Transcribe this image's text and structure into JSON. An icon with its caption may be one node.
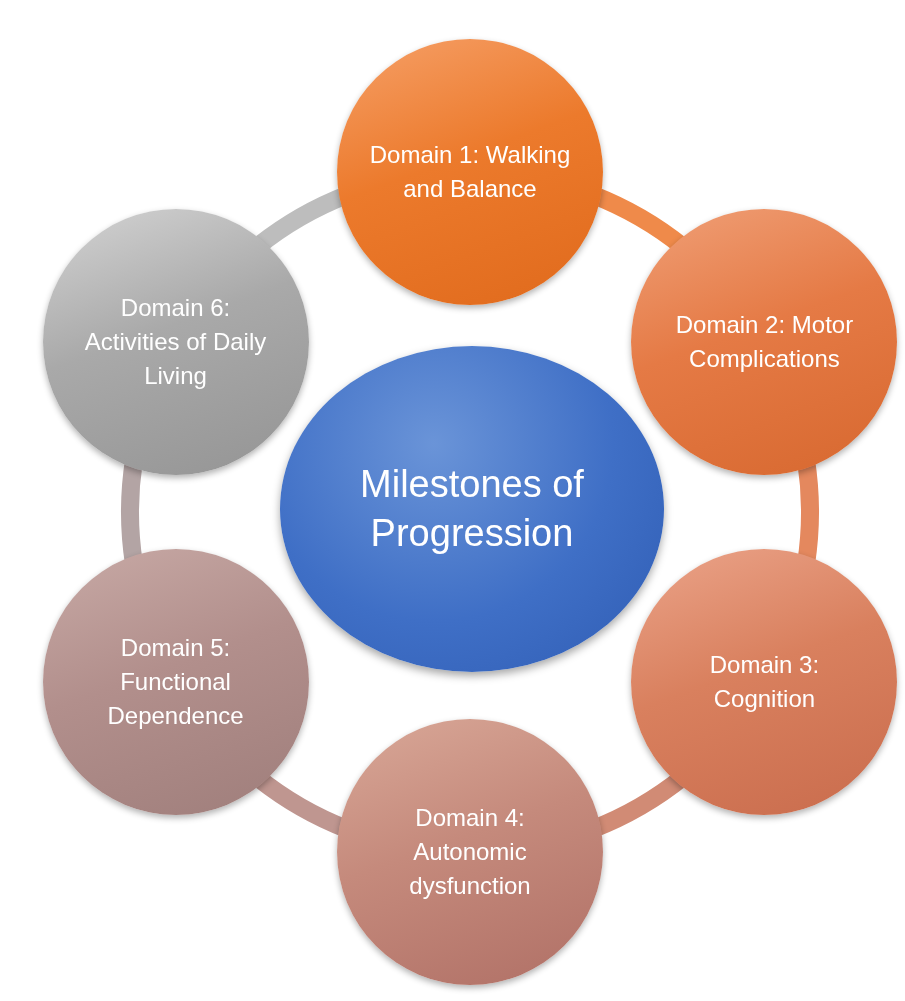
{
  "diagram": {
    "nodes": [
      {
        "text": [
          "Milestones of Progression"
        ]
      },
      {
        "text": [
          "Domain 1: Walking and Balance"
        ]
      },
      {
        "text": [
          "Domain 2: Motor Complications"
        ]
      },
      {
        "text": [
          "Domain 3: Cognition"
        ]
      },
      {
        "text": [
          "Domain 4: Autonomic dysfunction"
        ]
      },
      {
        "text": [
          "Domain 5: Functional Dependence"
        ]
      },
      {
        "text": [
          "Domain 6: Activities of Daily Living"
        ]
      }
    ],
    "edges": [
      {
        "from": 1,
        "to": 2,
        "arrow": "none",
        "color": "#ef8a4a"
      },
      {
        "from": 2,
        "to": 3,
        "arrow": "none",
        "color": "#e4885e"
      },
      {
        "from": 3,
        "to": 4,
        "arrow": "none",
        "color": "#d18b75"
      },
      {
        "from": 4,
        "to": 5,
        "arrow": "none",
        "color": "#bf9690"
      },
      {
        "from": 5,
        "to": 6,
        "arrow": "none",
        "color": "#b3a4a4"
      },
      {
        "from": 6,
        "to": 1,
        "arrow": "none",
        "color": "#bdbdbd"
      }
    ]
  }
}
